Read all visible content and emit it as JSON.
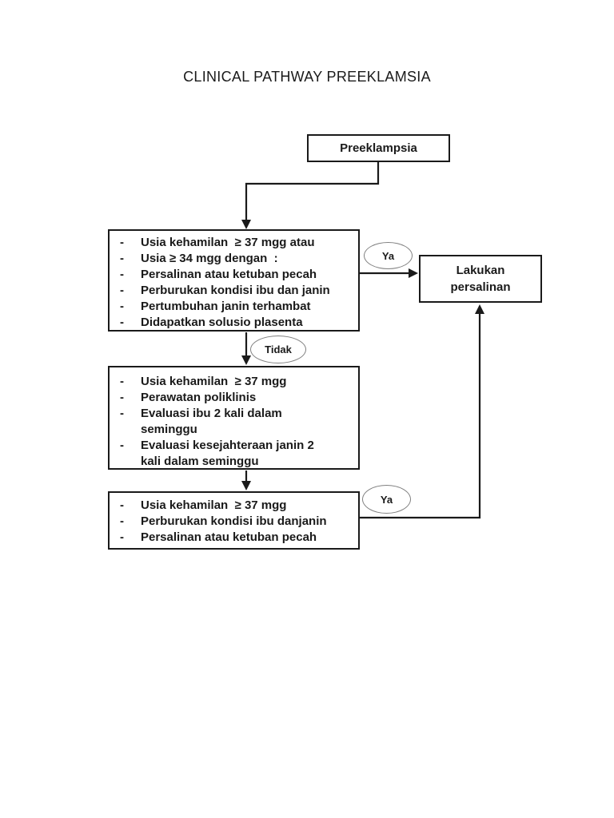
{
  "title": "CLINICAL PATHWAY PREEKLAMSIA",
  "bullet": "-",
  "flow": {
    "start": {
      "label": "Preeklampsia"
    },
    "criteria1": {
      "items": [
        {
          "lines": [
            "Usia kehamilan  ≥ 37 mgg atau"
          ]
        },
        {
          "lines": [
            "Usia ≥ 34 mgg dengan  :"
          ]
        },
        {
          "lines": [
            "Persalinan atau ketuban pecah"
          ]
        },
        {
          "lines": [
            "Perburukan kondisi ibu dan janin"
          ]
        },
        {
          "lines": [
            "Pertumbuhan janin terhambat"
          ]
        },
        {
          "lines": [
            "Didapatkan solusio plasenta"
          ]
        }
      ]
    },
    "criteria2": {
      "items": [
        {
          "lines": [
            "Usia kehamilan  ≥ 37 mgg"
          ]
        },
        {
          "lines": [
            "Perawatan poliklinis"
          ]
        },
        {
          "lines": [
            "Evaluasi ibu 2 kali dalam",
            "seminggu"
          ]
        },
        {
          "lines": [
            "Evaluasi kesejahteraan janin 2",
            "kali dalam seminggu"
          ]
        }
      ]
    },
    "criteria3": {
      "items": [
        {
          "lines": [
            "Usia kehamilan  ≥ 37 mgg"
          ]
        },
        {
          "lines": [
            "Perburukan kondisi ibu danjanin"
          ]
        },
        {
          "lines": [
            "Persalinan atau ketuban pecah"
          ]
        }
      ]
    },
    "result": {
      "lines": [
        "Lakukan",
        "persalinan"
      ]
    },
    "labels": {
      "ya_top": "Ya",
      "tidak": "Tidak",
      "ya_bottom": "Ya"
    }
  },
  "colors": {
    "line": "#1a1a1a",
    "text": "#1a1a1a",
    "oval_border": "#808080",
    "page_background": "#ffffff"
  }
}
